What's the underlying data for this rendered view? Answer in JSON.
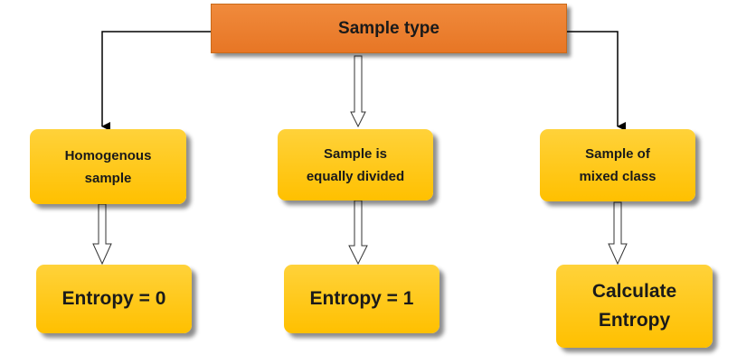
{
  "diagram": {
    "root": {
      "label": "Sample type"
    },
    "branches": [
      {
        "category": "Homogenous\nsample",
        "result": "Entropy = 0"
      },
      {
        "category": "Sample is\nequally divided",
        "result": "Entropy = 1"
      },
      {
        "category": "Sample of\nmixed class",
        "result": "Calculate\nEntropy"
      }
    ]
  },
  "colors": {
    "root_fill": "#e77625",
    "node_fill": "#ffc000",
    "connector": "#000000"
  }
}
